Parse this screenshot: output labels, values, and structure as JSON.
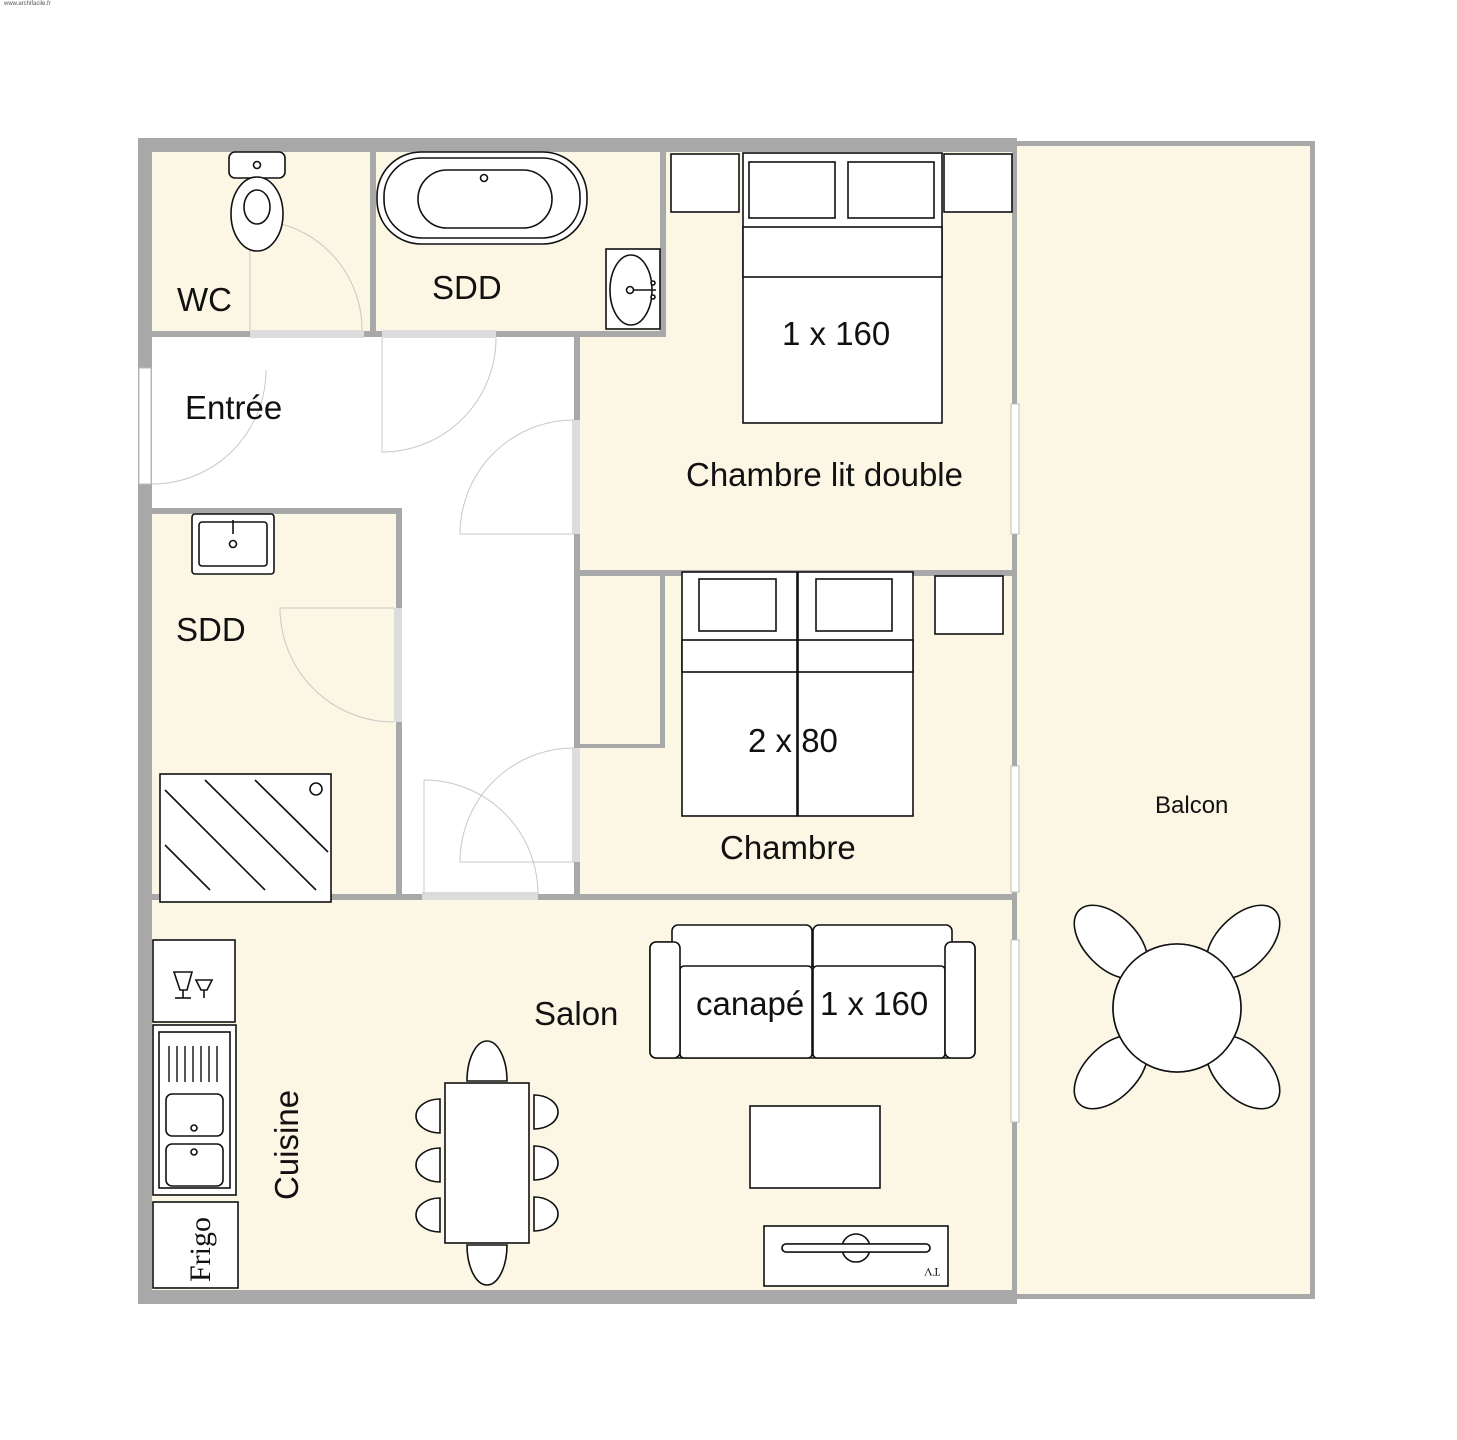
{
  "watermark": "www.archifacile.fr",
  "rooms": {
    "wc": "WC",
    "sdd_top": "SDD",
    "entree": "Entrée",
    "chambre_double": "Chambre lit double",
    "sdd_left": "SDD",
    "chambre": "Chambre",
    "balcon": "Balcon",
    "salon": "Salon",
    "cuisine": "Cuisine"
  },
  "furniture": {
    "bed_double": "1 x 160",
    "beds_twin": "2 x 80",
    "sofa_left": "canapé",
    "sofa_right": "1 x 160",
    "frigo": "Frigo",
    "tv": "TV"
  },
  "colors": {
    "floor": "#fbf7e4",
    "wall": "#a8a8a8",
    "line": "#111111",
    "door": "#cfcfcf"
  }
}
